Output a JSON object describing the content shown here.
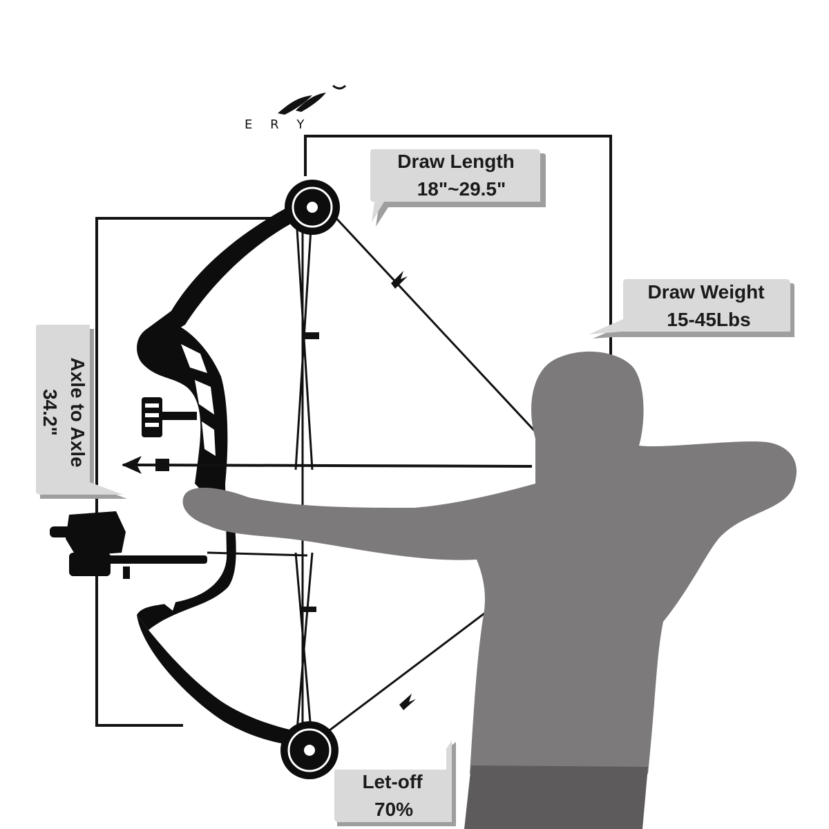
{
  "logo": {
    "text": "E R Y"
  },
  "specs": {
    "draw_length": {
      "label": "Draw Length",
      "value": "18\"~29.5\""
    },
    "draw_weight": {
      "label": "Draw Weight",
      "value": "15-45Lbs"
    },
    "axle_to_axle": {
      "label": "Axle to Axle",
      "value": "34.2\""
    },
    "let_off": {
      "label": "Let-off",
      "value": "70%"
    }
  },
  "colors": {
    "silhouette": "#7d7a7b",
    "pants": "#5e5b5c",
    "bow": "#0d0d0d",
    "callout_fill": "#d9d9d9",
    "callout_shadow": "#9e9e9e",
    "lines": "#111111"
  }
}
